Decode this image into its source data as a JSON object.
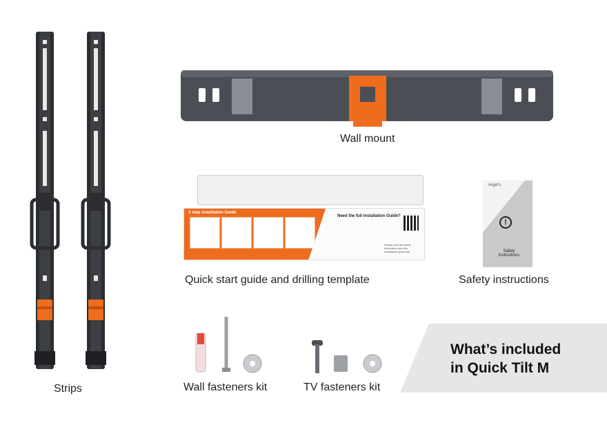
{
  "captions": {
    "strips": "Strips",
    "wall_mount": "Wall mount",
    "guide": "Quick start guide and drilling template",
    "safety": "Safety instructions",
    "wall_kit": "Wall fasteners kit",
    "tv_kit": "TV fasteners kit"
  },
  "headline": {
    "line1": "What’s included",
    "line2": "in Quick Tilt M"
  },
  "guide_sheet": {
    "title": "3 step installation Guide",
    "right_title": "Need the full Installation Guide?",
    "note": "Always read all safety information and the installation guide first"
  },
  "safety_sheet": {
    "logo": "vogel's",
    "text": "Safety instructions"
  },
  "colors": {
    "accent": "#ef6b1e",
    "metal": "#4b4f55",
    "panel": "#e6e6e6"
  }
}
